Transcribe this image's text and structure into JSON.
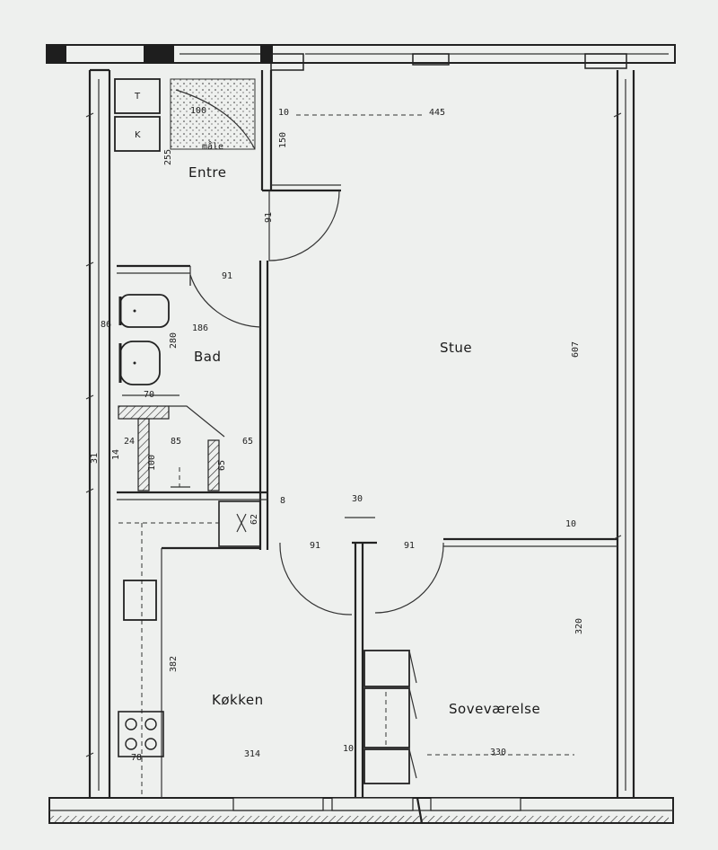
{
  "rooms": {
    "entre": "Entre",
    "stue": "Stue",
    "bad": "Bad",
    "kokken": "Køkken",
    "sovevaerelse": "Soveværelse"
  },
  "cabinets": {
    "t": "T",
    "k": "K"
  },
  "dimensions": {
    "entre_top": "100",
    "entre_bottom": "måle",
    "d10_top": "10",
    "d445": "445",
    "d150": "150",
    "d255": "255",
    "d91_entre": "91",
    "d91_bad": "91",
    "d86": "86",
    "d186": "186",
    "d280": "280",
    "d70": "70",
    "d24": "24",
    "d85": "85",
    "d65_h": "65",
    "d100": "100",
    "d65_v": "65",
    "d31": "31",
    "d14": "14",
    "d8": "8",
    "d30": "30",
    "d62": "62",
    "d91_kitchen": "91",
    "d91_bedroom": "91",
    "d10_right": "10",
    "d607": "607",
    "d320": "320",
    "d382": "382",
    "d314": "314",
    "d10_bottom": "10",
    "d330": "330",
    "d78": "78"
  }
}
